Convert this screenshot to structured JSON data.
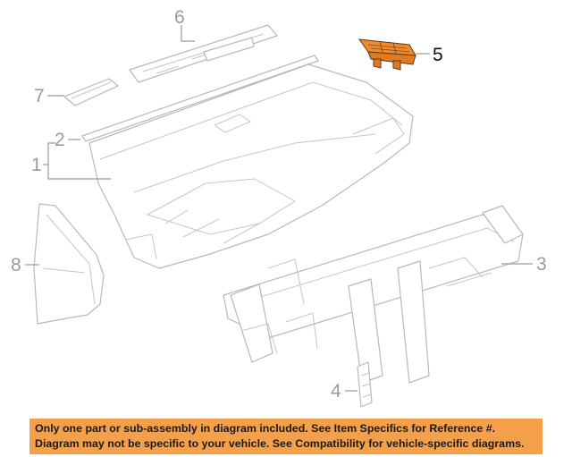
{
  "diagram": {
    "callouts": {
      "c1": "1",
      "c2": "2",
      "c3": "3",
      "c4": "4",
      "c5": "5",
      "c6": "6",
      "c7": "7",
      "c8": "8"
    },
    "highlight_color": "#f08a2c"
  },
  "banner": {
    "line1": "Only one part or sub-assembly in diagram included. See Item Specifics for Reference #.",
    "line2": "Diagram may not be specific to your vehicle. See Compatibility for vehicle-specific diagrams.",
    "background": "#f4a04a"
  }
}
